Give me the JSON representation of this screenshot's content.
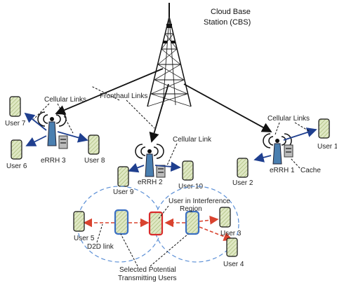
{
  "labels": {
    "cbs_line1": "Cloud Base",
    "cbs_line2": "Station (CBS)",
    "fronthaul_links": "Fronthaul Links",
    "cellular_links_left": "Cellular Links",
    "cellular_links_right": "Cellular Links",
    "cellular_link_mid": "Cellular Link",
    "errh1": "eRRH 1",
    "errh2": "eRRH 2",
    "errh3": "eRRH 3",
    "cache": "Cache",
    "user1": "User 1",
    "user2": "User 2",
    "user3": "User 3",
    "user4": "User 4",
    "user5": "User 5",
    "user6": "User 6",
    "user7": "User 7",
    "user8": "User 8",
    "user9": "User 9",
    "user10": "User 10",
    "interference_line1": "User in Interference",
    "interference_line2": "Region",
    "d2d_link": "D2D link",
    "selected_line1": "Selected Potential",
    "selected_line2": "Transmitting Users"
  },
  "colors": {
    "fronthaul": "#111111",
    "cellular": "#1f3f8f",
    "d2d": "#d9432f",
    "cluster": "#5b8fd6",
    "transmitter_frame": "#3a6fc2",
    "interference_frame": "#d92b2b",
    "phone_fill": "#c9d9a6"
  },
  "icons": [
    "tower-icon",
    "antenna-icon",
    "cache-server-icon",
    "phone-icon"
  ]
}
